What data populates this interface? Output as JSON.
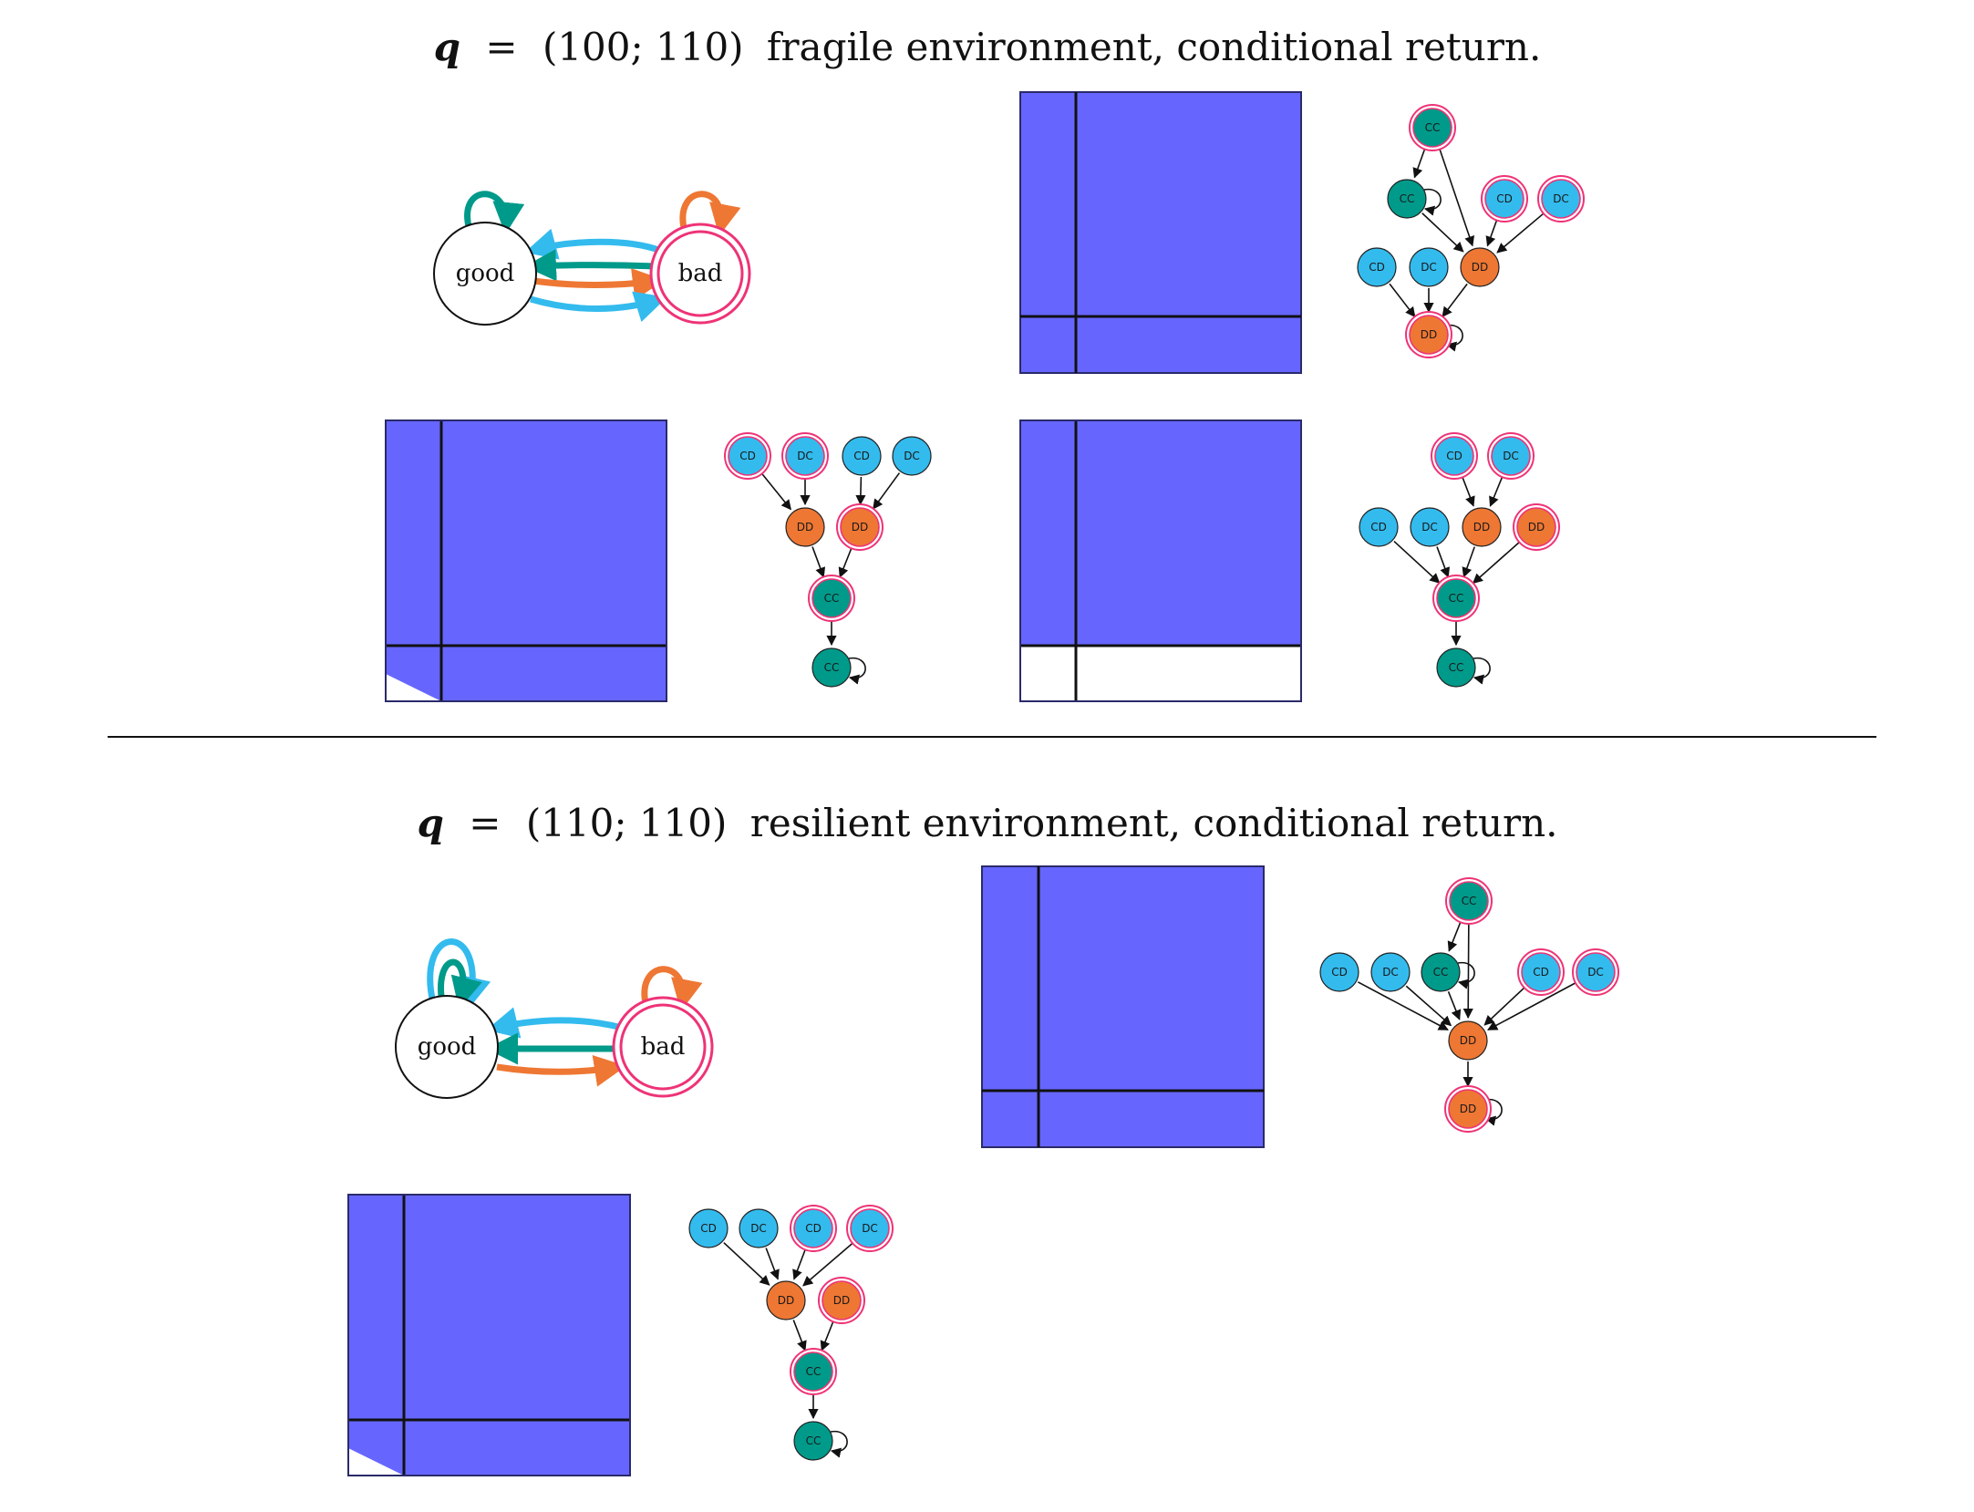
{
  "colors": {
    "cooperative": "#009a8a",
    "defective": "#ee7733",
    "neutral": "#33bbee",
    "highlight_ring": "#ee3377",
    "region_fill": "#6666ff",
    "edge": "#111111"
  },
  "panels": [
    {
      "title": {
        "q_symbol": "q",
        "equals": "=",
        "q_value": "(100; 110)",
        "description": "fragile environment, conditional return."
      },
      "markov": {
        "good_label": "good",
        "bad_label": "bad",
        "bad_highlighted": true,
        "self_loops": {
          "good": [
            "cooperative"
          ],
          "bad": [
            "defective"
          ]
        },
        "transitions": {
          "bad_to_good": [
            "neutral",
            "cooperative"
          ],
          "good_to_bad": [
            "defective",
            "neutral"
          ]
        }
      },
      "plots": [
        {
          "fill": "full",
          "graph": {
            "nodes": [
              {
                "id": "a",
                "label": "CC",
                "kind": "cooperative",
                "ring": true
              },
              {
                "id": "b",
                "label": "CC",
                "kind": "cooperative",
                "ring": false,
                "self_loop": true
              },
              {
                "id": "c",
                "label": "CD",
                "kind": "neutral",
                "ring": true
              },
              {
                "id": "d",
                "label": "DC",
                "kind": "neutral",
                "ring": true
              },
              {
                "id": "e",
                "label": "CD",
                "kind": "neutral",
                "ring": false
              },
              {
                "id": "f",
                "label": "DC",
                "kind": "neutral",
                "ring": false
              },
              {
                "id": "g",
                "label": "DD",
                "kind": "defective",
                "ring": false
              },
              {
                "id": "h",
                "label": "DD",
                "kind": "defective",
                "ring": true,
                "self_loop": true
              }
            ],
            "edges": [
              [
                "a",
                "b"
              ],
              [
                "a",
                "g"
              ],
              [
                "b",
                "g"
              ],
              [
                "c",
                "g"
              ],
              [
                "d",
                "g"
              ],
              [
                "e",
                "h"
              ],
              [
                "f",
                "h"
              ],
              [
                "g",
                "h"
              ]
            ]
          }
        },
        {
          "fill": "corner-wedge",
          "graph": {
            "nodes": [
              {
                "id": "a",
                "label": "CD",
                "kind": "neutral",
                "ring": true
              },
              {
                "id": "b",
                "label": "DC",
                "kind": "neutral",
                "ring": true
              },
              {
                "id": "c",
                "label": "CD",
                "kind": "neutral",
                "ring": false
              },
              {
                "id": "d",
                "label": "DC",
                "kind": "neutral",
                "ring": false
              },
              {
                "id": "e",
                "label": "DD",
                "kind": "defective",
                "ring": false
              },
              {
                "id": "f",
                "label": "DD",
                "kind": "defective",
                "ring": true
              },
              {
                "id": "g",
                "label": "CC",
                "kind": "cooperative",
                "ring": true
              },
              {
                "id": "h",
                "label": "CC",
                "kind": "cooperative",
                "ring": false,
                "self_loop": true
              }
            ],
            "edges": [
              [
                "a",
                "e"
              ],
              [
                "b",
                "e"
              ],
              [
                "c",
                "f"
              ],
              [
                "d",
                "f"
              ],
              [
                "e",
                "g"
              ],
              [
                "f",
                "g"
              ],
              [
                "g",
                "h"
              ]
            ]
          }
        },
        {
          "fill": "bottom-empty",
          "graph": {
            "nodes": [
              {
                "id": "a",
                "label": "CD",
                "kind": "neutral",
                "ring": true
              },
              {
                "id": "b",
                "label": "DC",
                "kind": "neutral",
                "ring": true
              },
              {
                "id": "c",
                "label": "CD",
                "kind": "neutral",
                "ring": false
              },
              {
                "id": "d",
                "label": "DC",
                "kind": "neutral",
                "ring": false
              },
              {
                "id": "e",
                "label": "DD",
                "kind": "defective",
                "ring": false
              },
              {
                "id": "f",
                "label": "DD",
                "kind": "defective",
                "ring": true
              },
              {
                "id": "g",
                "label": "CC",
                "kind": "cooperative",
                "ring": true
              },
              {
                "id": "h",
                "label": "CC",
                "kind": "cooperative",
                "ring": false,
                "self_loop": true
              }
            ],
            "edges": [
              [
                "a",
                "e"
              ],
              [
                "b",
                "e"
              ],
              [
                "c",
                "g"
              ],
              [
                "d",
                "g"
              ],
              [
                "e",
                "g"
              ],
              [
                "f",
                "g"
              ],
              [
                "g",
                "h"
              ]
            ]
          }
        }
      ]
    },
    {
      "title": {
        "q_symbol": "q",
        "equals": "=",
        "q_value": "(110; 110)",
        "description": "resilient environment, conditional return."
      },
      "markov": {
        "good_label": "good",
        "bad_label": "bad",
        "bad_highlighted": true,
        "self_loops": {
          "good": [
            "neutral",
            "cooperative"
          ],
          "bad": [
            "defective"
          ]
        },
        "transitions": {
          "bad_to_good": [
            "neutral",
            "cooperative"
          ],
          "good_to_bad": [
            "defective"
          ]
        }
      },
      "plots": [
        {
          "fill": "full",
          "graph": {
            "nodes": [
              {
                "id": "a",
                "label": "CC",
                "kind": "cooperative",
                "ring": true
              },
              {
                "id": "b",
                "label": "CD",
                "kind": "neutral",
                "ring": false
              },
              {
                "id": "c",
                "label": "DC",
                "kind": "neutral",
                "ring": false
              },
              {
                "id": "d",
                "label": "CC",
                "kind": "cooperative",
                "ring": false,
                "self_loop": true
              },
              {
                "id": "e",
                "label": "CD",
                "kind": "neutral",
                "ring": true
              },
              {
                "id": "f",
                "label": "DC",
                "kind": "neutral",
                "ring": true
              },
              {
                "id": "g",
                "label": "DD",
                "kind": "defective",
                "ring": false
              },
              {
                "id": "h",
                "label": "DD",
                "kind": "defective",
                "ring": true,
                "self_loop": true
              }
            ],
            "edges": [
              [
                "a",
                "d"
              ],
              [
                "a",
                "g"
              ],
              [
                "b",
                "g"
              ],
              [
                "c",
                "g"
              ],
              [
                "d",
                "g"
              ],
              [
                "e",
                "g"
              ],
              [
                "f",
                "g"
              ],
              [
                "g",
                "h"
              ]
            ]
          }
        },
        {
          "fill": "corner-wedge",
          "graph": {
            "nodes": [
              {
                "id": "a",
                "label": "CD",
                "kind": "neutral",
                "ring": false
              },
              {
                "id": "b",
                "label": "DC",
                "kind": "neutral",
                "ring": false
              },
              {
                "id": "c",
                "label": "CD",
                "kind": "neutral",
                "ring": true
              },
              {
                "id": "d",
                "label": "DC",
                "kind": "neutral",
                "ring": true
              },
              {
                "id": "e",
                "label": "DD",
                "kind": "defective",
                "ring": false
              },
              {
                "id": "f",
                "label": "DD",
                "kind": "defective",
                "ring": true
              },
              {
                "id": "g",
                "label": "CC",
                "kind": "cooperative",
                "ring": true
              },
              {
                "id": "h",
                "label": "CC",
                "kind": "cooperative",
                "ring": false,
                "self_loop": true
              }
            ],
            "edges": [
              [
                "a",
                "e"
              ],
              [
                "b",
                "e"
              ],
              [
                "c",
                "e"
              ],
              [
                "d",
                "e"
              ],
              [
                "e",
                "g"
              ],
              [
                "f",
                "g"
              ],
              [
                "g",
                "h"
              ]
            ]
          }
        }
      ]
    }
  ]
}
